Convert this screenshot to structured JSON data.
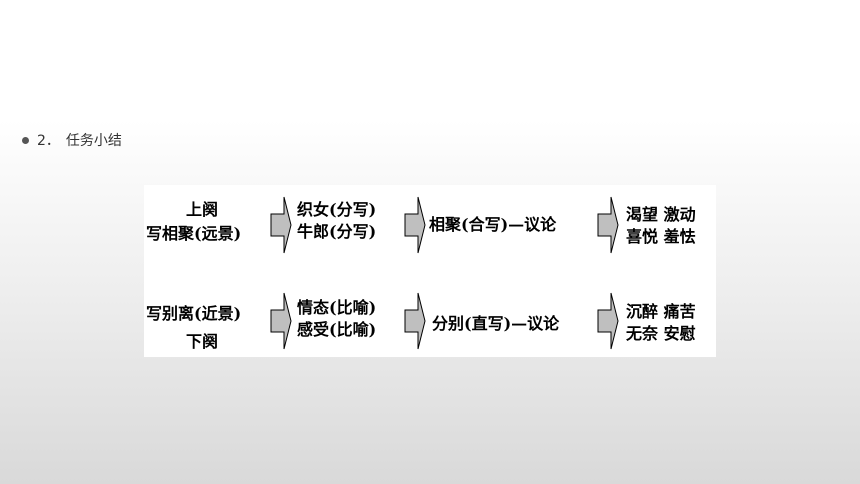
{
  "heading": {
    "number": "2．",
    "title": "任务小结"
  },
  "diagram": {
    "row1": {
      "col1": [
        "上阕",
        "写相聚(远景)"
      ],
      "col2": [
        "织女(分写)",
        "牛郎(分写)"
      ],
      "col3": "相聚(合写)—议论",
      "col4": [
        "渴望 激动",
        "喜悦 羞怯"
      ]
    },
    "row2": {
      "col1": [
        "写别离(近景)",
        "下阕"
      ],
      "col2": [
        "情态(比喻)",
        "感受(比喻)"
      ],
      "col3": "分别(直写)—议论",
      "col4": [
        "沉醉 痛苦",
        "无奈 安慰"
      ]
    }
  }
}
